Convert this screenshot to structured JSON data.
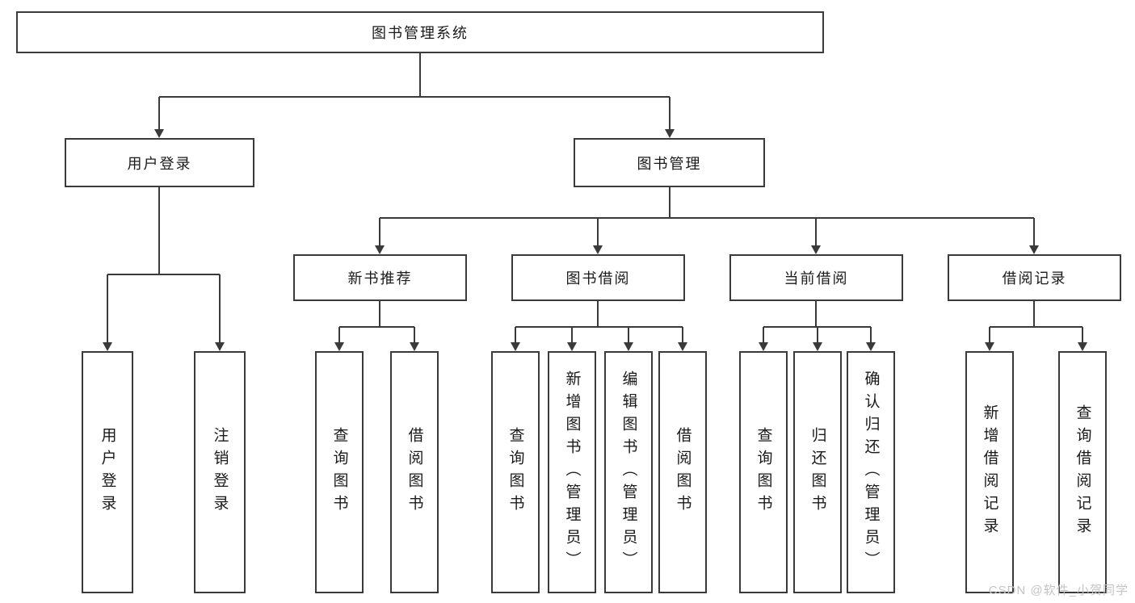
{
  "tree": {
    "root": "图书管理系统",
    "user_login": {
      "label": "用户登录",
      "children": [
        "用户登录",
        "注销登录"
      ]
    },
    "book_mgmt": {
      "label": "图书管理"
    },
    "new_book": {
      "label": "新书推荐",
      "children": [
        "查询图书",
        "借阅图书"
      ]
    },
    "book_borrow": {
      "label": "图书借阅",
      "children": [
        "查询图书",
        "新增图书（管理员）",
        "编辑图书（管理员）",
        "借阅图书"
      ]
    },
    "current_borrow": {
      "label": "当前借阅",
      "children": [
        "查询图书",
        "归还图书",
        "确认归还（管理员）"
      ]
    },
    "borrow_records": {
      "label": "借阅记录",
      "children": [
        "新增借阅记录",
        "查询借阅记录"
      ]
    },
    "watermark": "CSDN @软件_小贺同学"
  },
  "colors": {
    "line": "#3a3a3a",
    "box_border": "#3a3a3a",
    "text": "#1a1a1a",
    "watermark": "#c4c4c4",
    "background": "#ffffff"
  }
}
